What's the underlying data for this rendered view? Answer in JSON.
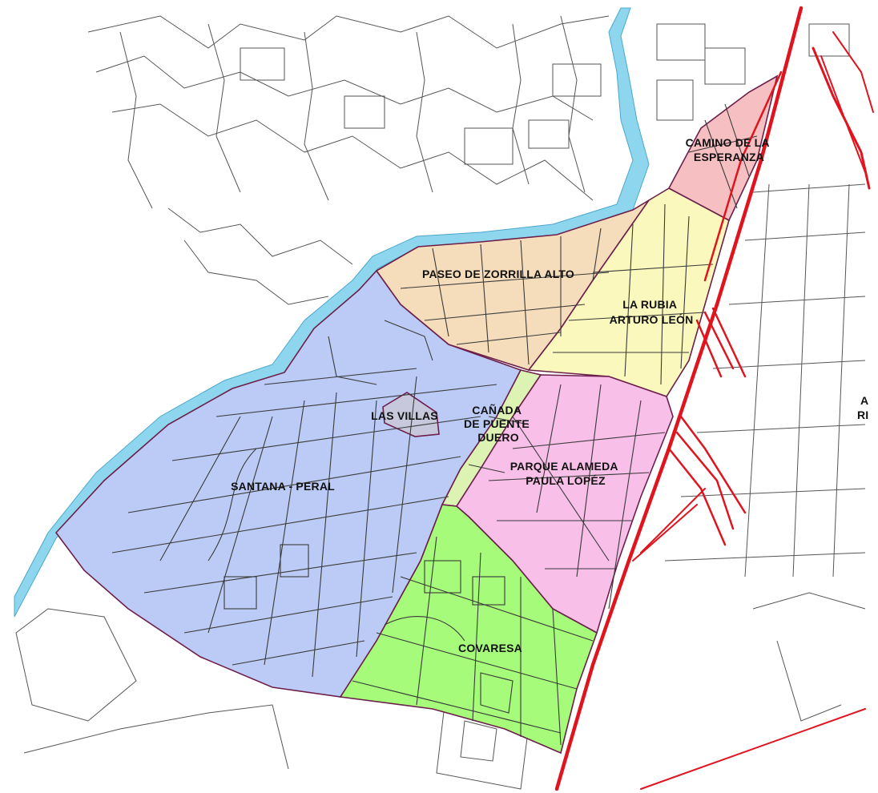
{
  "map": {
    "background": "#ffffff",
    "river_color": "#8ed6ee",
    "railway_color": "#e0141e",
    "boundary_color": "#6b1f4a",
    "districts": [
      {
        "id": "santana-peral",
        "lines": [
          "SANTANA - PERAL"
        ],
        "fill": "#bccbf5"
      },
      {
        "id": "las-villas",
        "lines": [
          "LAS VILLAS"
        ],
        "fill": "#bccbf5"
      },
      {
        "id": "paseo-zorrilla-alto",
        "lines": [
          "PASEO DE ZORRILLA ALTO"
        ],
        "fill": "#f5ddbb"
      },
      {
        "id": "la-rubia-arturo-leon",
        "lines": [
          "LA RUBIA",
          "ARTURO LEÓN"
        ],
        "fill": "#fbf8bd"
      },
      {
        "id": "camino-de-la-esperanza",
        "lines": [
          "CAMINO DE LA",
          "ESPERANZA"
        ],
        "fill": "#f6bfc2"
      },
      {
        "id": "canada-de-puente-duero",
        "lines": [
          "CAÑADA",
          "DE PUENTE",
          "DUERO"
        ],
        "fill": "#ddf3b3"
      },
      {
        "id": "parque-alameda-paula-lopez",
        "lines": [
          "PARQUE ALAMEDA",
          "PAULA LOPÉZ"
        ],
        "fill": "#f8bfe8"
      },
      {
        "id": "covaresa",
        "lines": [
          "COVARESA"
        ],
        "fill": "#a6fb7a"
      }
    ],
    "edge_label": [
      "A",
      "RI"
    ]
  }
}
